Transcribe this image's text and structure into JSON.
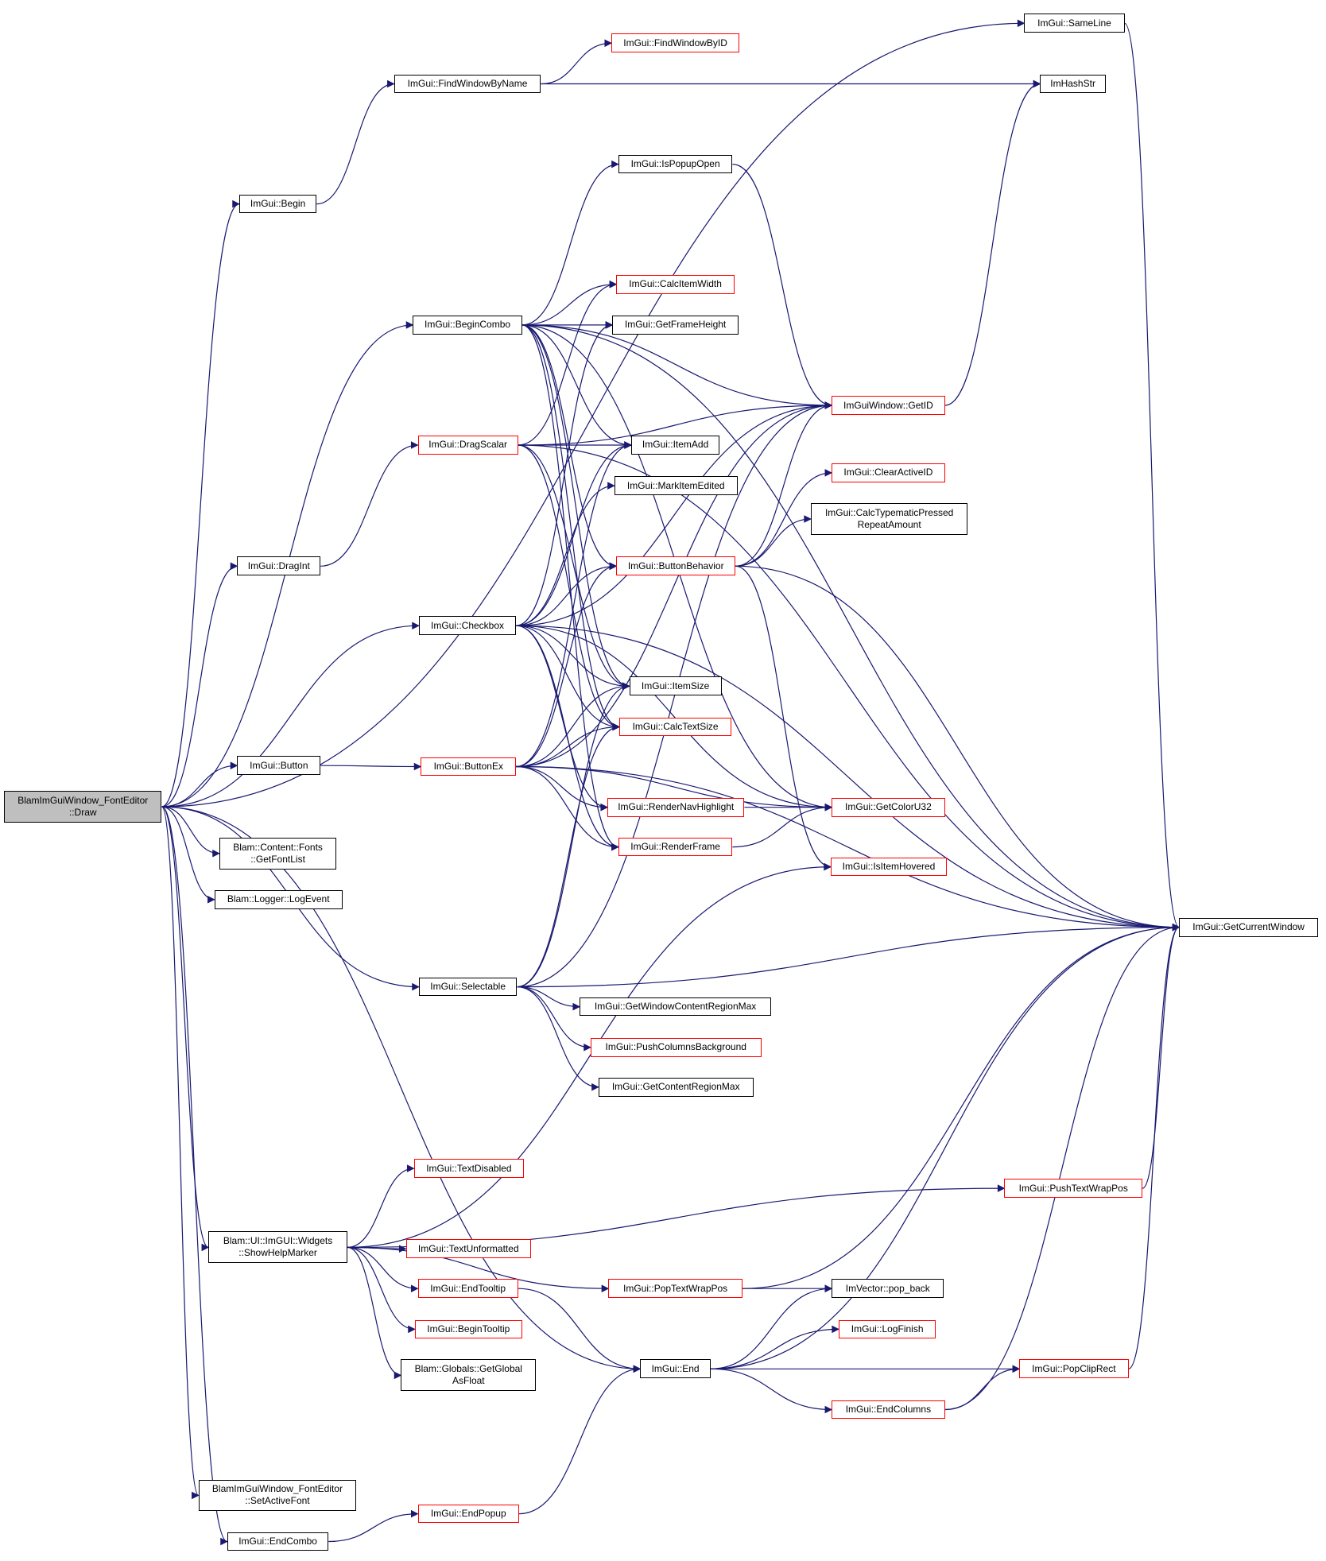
{
  "graph": {
    "edge_color": "#191970",
    "node_border": "#000000",
    "truncated_border": "#ff0000",
    "root_fill": "#bfbfbf",
    "nodes": [
      {
        "id": "root",
        "lines": [
          "BlamImGuiWindow_FontEditor",
          "::Draw"
        ],
        "truncated": false,
        "root": true
      },
      {
        "id": "sameline",
        "lines": [
          "ImGui::SameLine"
        ],
        "truncated": false
      },
      {
        "id": "findwindowbyid",
        "lines": [
          "ImGui::FindWindowByID"
        ],
        "truncated": true
      },
      {
        "id": "findwindowbyname",
        "lines": [
          "ImGui::FindWindowByName"
        ],
        "truncated": false
      },
      {
        "id": "imhashstr",
        "lines": [
          "ImHashStr"
        ],
        "truncated": false
      },
      {
        "id": "ispopupopen",
        "lines": [
          "ImGui::IsPopupOpen"
        ],
        "truncated": false
      },
      {
        "id": "begin",
        "lines": [
          "ImGui::Begin"
        ],
        "truncated": false
      },
      {
        "id": "calcitemwidth",
        "lines": [
          "ImGui::CalcItemWidth"
        ],
        "truncated": true
      },
      {
        "id": "begincombo",
        "lines": [
          "ImGui::BeginCombo"
        ],
        "truncated": false
      },
      {
        "id": "getframeheight",
        "lines": [
          "ImGui::GetFrameHeight"
        ],
        "truncated": false
      },
      {
        "id": "guiwindowgetid",
        "lines": [
          "ImGuiWindow::GetID"
        ],
        "truncated": true
      },
      {
        "id": "dragscalar",
        "lines": [
          "ImGui::DragScalar"
        ],
        "truncated": true
      },
      {
        "id": "itemadd",
        "lines": [
          "ImGui::ItemAdd"
        ],
        "truncated": false
      },
      {
        "id": "clearactiveid",
        "lines": [
          "ImGui::ClearActiveID"
        ],
        "truncated": true
      },
      {
        "id": "markitemedited",
        "lines": [
          "ImGui::MarkItemEdited"
        ],
        "truncated": false
      },
      {
        "id": "calctypematic",
        "lines": [
          "ImGui::CalcTypematicPressed",
          "RepeatAmount"
        ],
        "truncated": false
      },
      {
        "id": "dragint",
        "lines": [
          "ImGui::DragInt"
        ],
        "truncated": false
      },
      {
        "id": "buttonbehavior",
        "lines": [
          "ImGui::ButtonBehavior"
        ],
        "truncated": true
      },
      {
        "id": "checkbox",
        "lines": [
          "ImGui::Checkbox"
        ],
        "truncated": false
      },
      {
        "id": "itemsize",
        "lines": [
          "ImGui::ItemSize"
        ],
        "truncated": false
      },
      {
        "id": "calctextsize",
        "lines": [
          "ImGui::CalcTextSize"
        ],
        "truncated": true
      },
      {
        "id": "button",
        "lines": [
          "ImGui::Button"
        ],
        "truncated": false
      },
      {
        "id": "buttonex",
        "lines": [
          "ImGui::ButtonEx"
        ],
        "truncated": true
      },
      {
        "id": "rendernavhighlight",
        "lines": [
          "ImGui::RenderNavHighlight"
        ],
        "truncated": true
      },
      {
        "id": "getcoloru32",
        "lines": [
          "ImGui::GetColorU32"
        ],
        "truncated": true
      },
      {
        "id": "getfontlist",
        "lines": [
          "Blam::Content::Fonts",
          "::GetFontList"
        ],
        "truncated": false
      },
      {
        "id": "renderframe",
        "lines": [
          "ImGui::RenderFrame"
        ],
        "truncated": true
      },
      {
        "id": "isitemhovered",
        "lines": [
          "ImGui::IsItemHovered"
        ],
        "truncated": true
      },
      {
        "id": "logevent",
        "lines": [
          "Blam::Logger::LogEvent"
        ],
        "truncated": false
      },
      {
        "id": "getcurrentwindow",
        "lines": [
          "ImGui::GetCurrentWindow"
        ],
        "truncated": false
      },
      {
        "id": "selectable",
        "lines": [
          "ImGui::Selectable"
        ],
        "truncated": false
      },
      {
        "id": "getwindowcontentregionmax",
        "lines": [
          "ImGui::GetWindowContentRegionMax"
        ],
        "truncated": false
      },
      {
        "id": "pushcolumnsbackground",
        "lines": [
          "ImGui::PushColumnsBackground"
        ],
        "truncated": true
      },
      {
        "id": "getcontentregionmax",
        "lines": [
          "ImGui::GetContentRegionMax"
        ],
        "truncated": false
      },
      {
        "id": "textdisabled",
        "lines": [
          "ImGui::TextDisabled"
        ],
        "truncated": true
      },
      {
        "id": "pushtextwrappos",
        "lines": [
          "ImGui::PushTextWrapPos"
        ],
        "truncated": true
      },
      {
        "id": "showhelpmarker",
        "lines": [
          "Blam::UI::ImGUI::Widgets",
          "::ShowHelpMarker"
        ],
        "truncated": false
      },
      {
        "id": "textunformatted",
        "lines": [
          "ImGui::TextUnformatted"
        ],
        "truncated": true
      },
      {
        "id": "endtooltip",
        "lines": [
          "ImGui::EndTooltip"
        ],
        "truncated": true
      },
      {
        "id": "poptextwrappos",
        "lines": [
          "ImGui::PopTextWrapPos"
        ],
        "truncated": true
      },
      {
        "id": "popback",
        "lines": [
          "ImVector::pop_back"
        ],
        "truncated": false
      },
      {
        "id": "begintooltip",
        "lines": [
          "ImGui::BeginTooltip"
        ],
        "truncated": true
      },
      {
        "id": "logfinish",
        "lines": [
          "ImGui::LogFinish"
        ],
        "truncated": true
      },
      {
        "id": "getglobalasfloat",
        "lines": [
          "Blam::Globals::GetGlobal",
          "AsFloat"
        ],
        "truncated": false
      },
      {
        "id": "end",
        "lines": [
          "ImGui::End"
        ],
        "truncated": false
      },
      {
        "id": "popcliprect",
        "lines": [
          "ImGui::PopClipRect"
        ],
        "truncated": true
      },
      {
        "id": "endcolumns",
        "lines": [
          "ImGui::EndColumns"
        ],
        "truncated": true
      },
      {
        "id": "setactivefont",
        "lines": [
          "BlamImGuiWindow_FontEditor",
          "::SetActiveFont"
        ],
        "truncated": false
      },
      {
        "id": "endpopup",
        "lines": [
          "ImGui::EndPopup"
        ],
        "truncated": true
      },
      {
        "id": "endcombo",
        "lines": [
          "ImGui::EndCombo"
        ],
        "truncated": false
      }
    ],
    "edges": [
      [
        "root",
        "sameline"
      ],
      [
        "root",
        "begin"
      ],
      [
        "root",
        "begincombo"
      ],
      [
        "root",
        "dragint"
      ],
      [
        "root",
        "checkbox"
      ],
      [
        "root",
        "button"
      ],
      [
        "root",
        "getfontlist"
      ],
      [
        "root",
        "logevent"
      ],
      [
        "root",
        "selectable"
      ],
      [
        "root",
        "showhelpmarker"
      ],
      [
        "root",
        "end"
      ],
      [
        "root",
        "setactivefont"
      ],
      [
        "root",
        "endcombo"
      ],
      [
        "begin",
        "findwindowbyname"
      ],
      [
        "findwindowbyname",
        "findwindowbyid"
      ],
      [
        "findwindowbyname",
        "imhashstr"
      ],
      [
        "sameline",
        "getcurrentwindow"
      ],
      [
        "begincombo",
        "ispopupopen"
      ],
      [
        "begincombo",
        "calcitemwidth"
      ],
      [
        "begincombo",
        "getframeheight"
      ],
      [
        "begincombo",
        "guiwindowgetid"
      ],
      [
        "begincombo",
        "itemadd"
      ],
      [
        "begincombo",
        "buttonbehavior"
      ],
      [
        "begincombo",
        "itemsize"
      ],
      [
        "begincombo",
        "calctextsize"
      ],
      [
        "begincombo",
        "renderframe"
      ],
      [
        "begincombo",
        "getcoloru32"
      ],
      [
        "begincombo",
        "getcurrentwindow"
      ],
      [
        "ispopupopen",
        "guiwindowgetid"
      ],
      [
        "guiwindowgetid",
        "imhashstr"
      ],
      [
        "dragint",
        "dragscalar"
      ],
      [
        "dragscalar",
        "calcitemwidth"
      ],
      [
        "dragscalar",
        "guiwindowgetid"
      ],
      [
        "dragscalar",
        "itemadd"
      ],
      [
        "dragscalar",
        "itemsize"
      ],
      [
        "dragscalar",
        "calctextsize"
      ],
      [
        "dragscalar",
        "getcurrentwindow"
      ],
      [
        "buttonbehavior",
        "clearactiveid"
      ],
      [
        "buttonbehavior",
        "calctypematic"
      ],
      [
        "buttonbehavior",
        "guiwindowgetid"
      ],
      [
        "buttonbehavior",
        "isitemhovered"
      ],
      [
        "buttonbehavior",
        "getcurrentwindow"
      ],
      [
        "checkbox",
        "getframeheight"
      ],
      [
        "checkbox",
        "guiwindowgetid"
      ],
      [
        "checkbox",
        "itemadd"
      ],
      [
        "checkbox",
        "markitemedited"
      ],
      [
        "checkbox",
        "buttonbehavior"
      ],
      [
        "checkbox",
        "itemsize"
      ],
      [
        "checkbox",
        "calctextsize"
      ],
      [
        "checkbox",
        "rendernavhighlight"
      ],
      [
        "checkbox",
        "renderframe"
      ],
      [
        "checkbox",
        "getcoloru32"
      ],
      [
        "checkbox",
        "getcurrentwindow"
      ],
      [
        "button",
        "buttonex"
      ],
      [
        "buttonex",
        "itemadd"
      ],
      [
        "buttonex",
        "buttonbehavior"
      ],
      [
        "buttonex",
        "itemsize"
      ],
      [
        "buttonex",
        "calctextsize"
      ],
      [
        "buttonex",
        "rendernavhighlight"
      ],
      [
        "buttonex",
        "renderframe"
      ],
      [
        "buttonex",
        "guiwindowgetid"
      ],
      [
        "buttonex",
        "getcoloru32"
      ],
      [
        "buttonex",
        "getcurrentwindow"
      ],
      [
        "rendernavhighlight",
        "getcoloru32"
      ],
      [
        "renderframe",
        "getcoloru32"
      ],
      [
        "selectable",
        "itemsize"
      ],
      [
        "selectable",
        "calctextsize"
      ],
      [
        "selectable",
        "getwindowcontentregionmax"
      ],
      [
        "selectable",
        "pushcolumnsbackground"
      ],
      [
        "selectable",
        "getcontentregionmax"
      ],
      [
        "selectable",
        "guiwindowgetid"
      ],
      [
        "selectable",
        "getcurrentwindow"
      ],
      [
        "showhelpmarker",
        "textdisabled"
      ],
      [
        "showhelpmarker",
        "pushtextwrappos"
      ],
      [
        "showhelpmarker",
        "textunformatted"
      ],
      [
        "showhelpmarker",
        "endtooltip"
      ],
      [
        "showhelpmarker",
        "begintooltip"
      ],
      [
        "showhelpmarker",
        "getglobalasfloat"
      ],
      [
        "showhelpmarker",
        "poptextwrappos"
      ],
      [
        "showhelpmarker",
        "isitemhovered"
      ],
      [
        "pushtextwrappos",
        "getcurrentwindow"
      ],
      [
        "poptextwrappos",
        "getcurrentwindow"
      ],
      [
        "poptextwrappos",
        "popback"
      ],
      [
        "endtooltip",
        "end"
      ],
      [
        "end",
        "popback"
      ],
      [
        "end",
        "logfinish"
      ],
      [
        "end",
        "popcliprect"
      ],
      [
        "end",
        "endcolumns"
      ],
      [
        "end",
        "getcurrentwindow"
      ],
      [
        "endcolumns",
        "popcliprect"
      ],
      [
        "endcolumns",
        "getcurrentwindow"
      ],
      [
        "popcliprect",
        "getcurrentwindow"
      ],
      [
        "endcombo",
        "endpopup"
      ],
      [
        "endpopup",
        "end"
      ]
    ]
  }
}
